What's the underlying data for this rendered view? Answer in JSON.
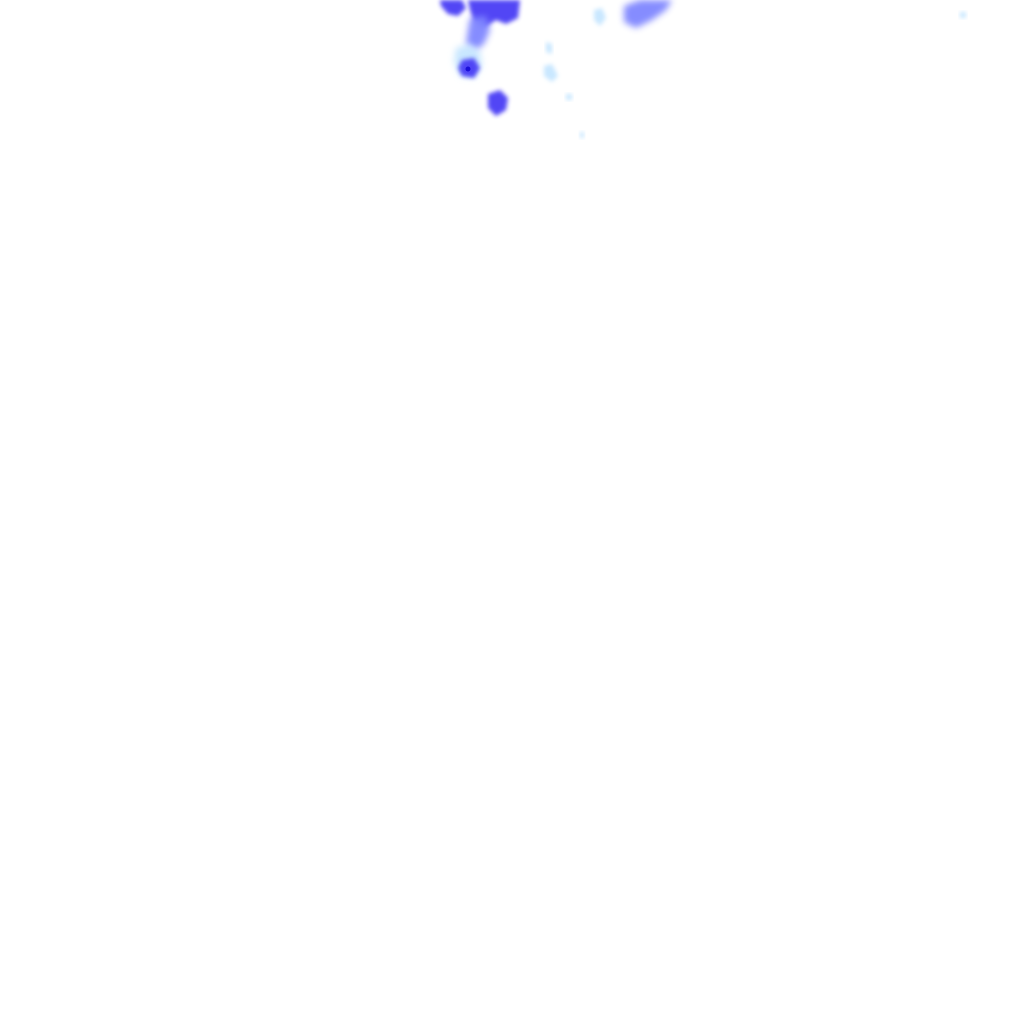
{
  "map": {
    "background_color": "#ffffff",
    "legend": {
      "light": "#bfe3ff",
      "medium": "#7f86ff",
      "heavy": "#4a3ef5",
      "core": "#1a0fd8"
    },
    "echo_cells": [
      {
        "level": "heavy"
      },
      {
        "level": "heavy"
      },
      {
        "level": "medium"
      },
      {
        "level": "light"
      },
      {
        "level": "light"
      },
      {
        "level": "heavy"
      },
      {
        "level": "heavy"
      },
      {
        "level": "medium"
      },
      {
        "level": "light"
      },
      {
        "level": "light"
      },
      {
        "level": "light"
      },
      {
        "level": "light"
      },
      {
        "level": "light"
      }
    ]
  }
}
